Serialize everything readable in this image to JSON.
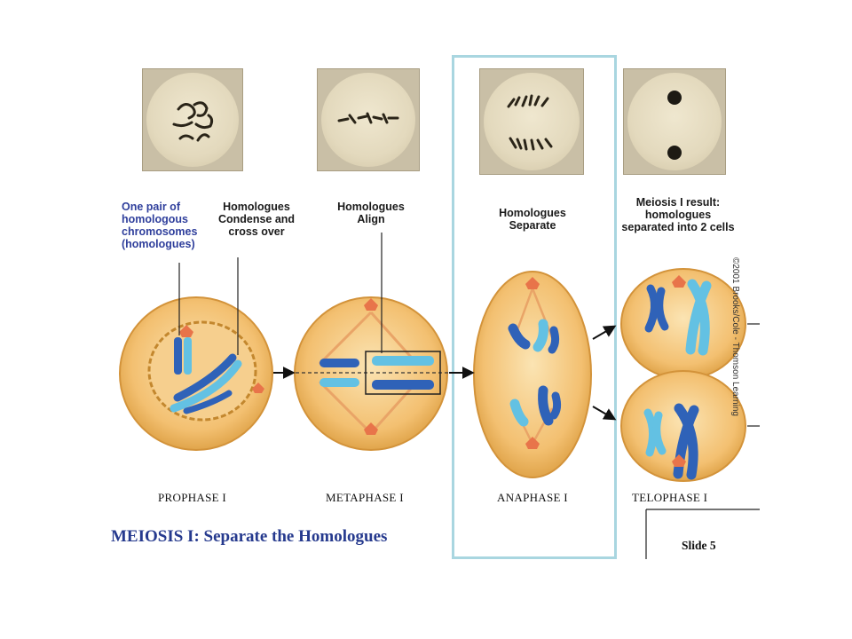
{
  "labels": {
    "pair": "One pair of homologous chromosomes (homologues)",
    "condense": "Homologues Condense and cross over",
    "align": "Homologues Align",
    "separate": "Homologues Separate",
    "result": "Meiosis I result: homologues separated into 2 cells"
  },
  "stages": [
    "PROPHASE I",
    "METAPHASE I",
    "ANAPHASE I",
    "TELOPHASE I"
  ],
  "title": "MEIOSIS I: Separate the Homologues",
  "slide": "Slide 5",
  "copyright": "©2001 Brooks/Cole - Thomson Learning",
  "colors": {
    "cell_fill": "#f3c071",
    "cell_edge": "#d99a3c",
    "chromosome_dark": "#2f62b8",
    "chromosome_light": "#63c1e3",
    "centrosome": "#e8744a",
    "highlight": "#a9d6e0",
    "title": "#263a8e"
  }
}
